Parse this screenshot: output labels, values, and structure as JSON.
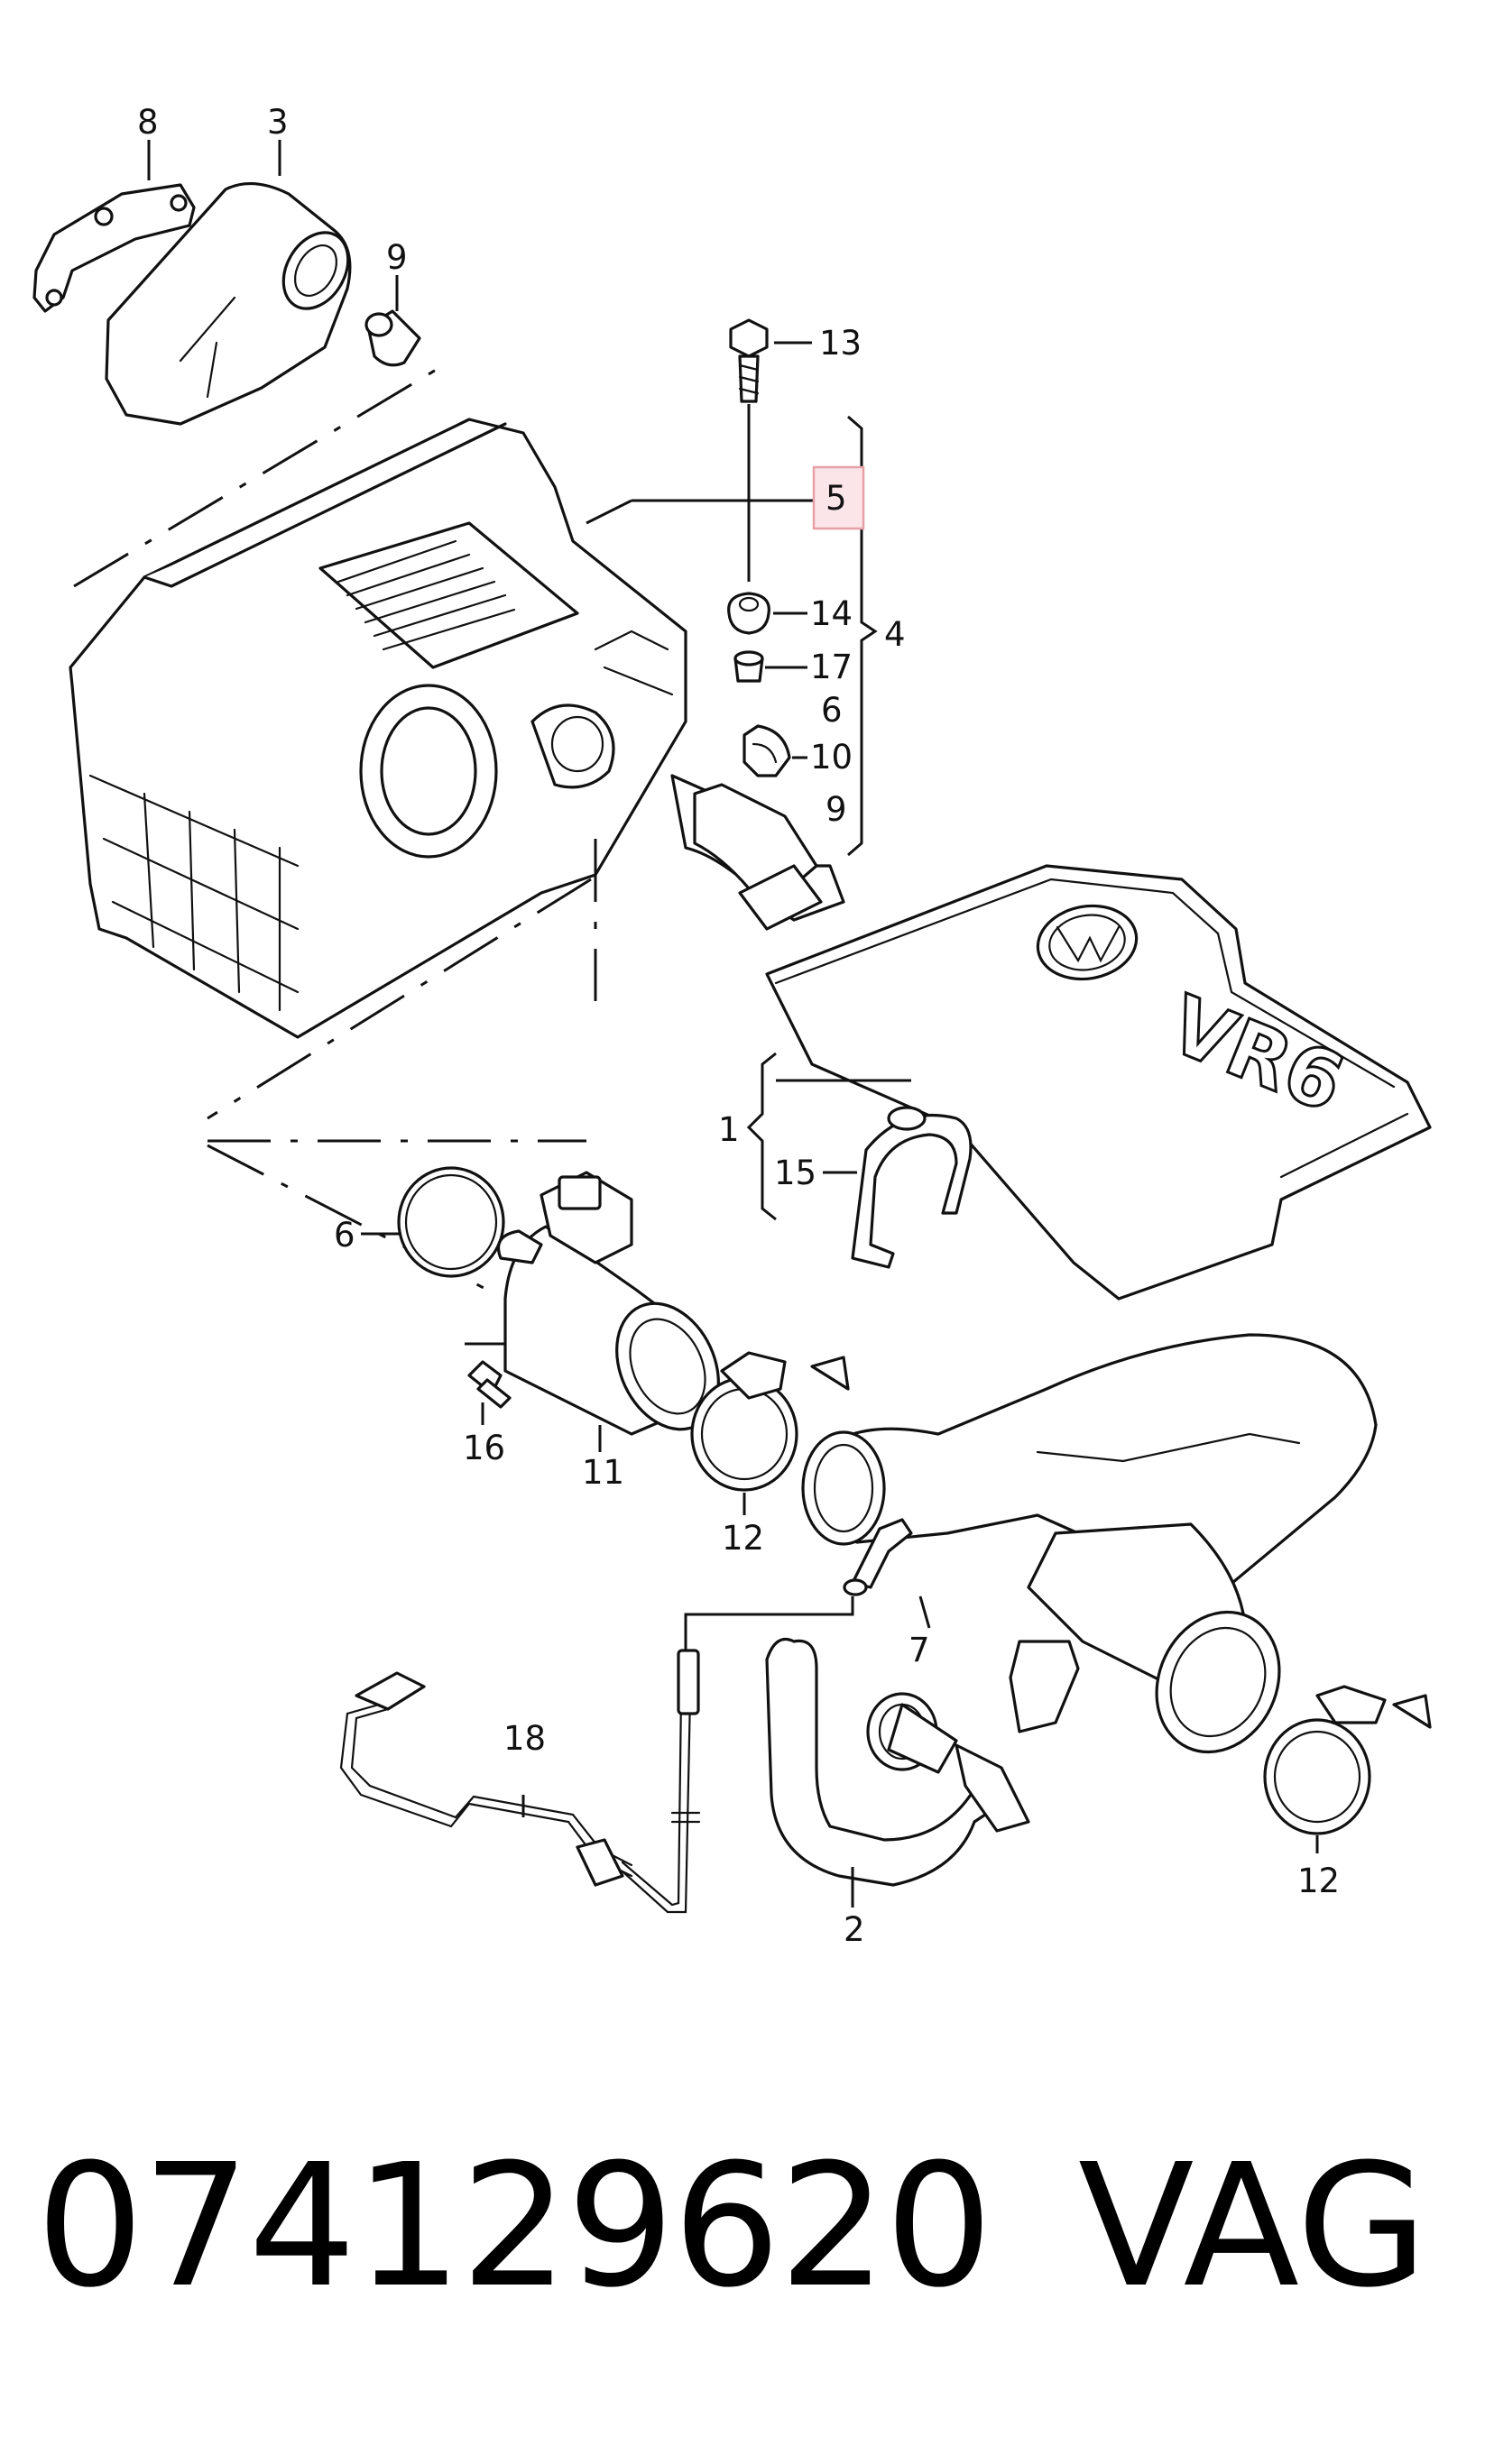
{
  "callouts": {
    "c1": "1",
    "c2": "2",
    "c3": "3",
    "c4": "4",
    "c5": "5",
    "c6a": "6",
    "c6b": "6",
    "c7": "7",
    "c8": "8",
    "c9a": "9",
    "c9b": "9",
    "c10": "10",
    "c11": "11",
    "c12a": "12",
    "c12b": "12",
    "c13": "13",
    "c14": "14",
    "c15": "15",
    "c16": "16",
    "c17": "17",
    "c18": "18"
  },
  "highlight": {
    "callout": "5",
    "color": "#e8a0a8"
  },
  "cover_logo": {
    "badge": "VW",
    "engine_text": "VR6"
  },
  "footer": {
    "part_number": "074129620",
    "brand": "VAG"
  }
}
